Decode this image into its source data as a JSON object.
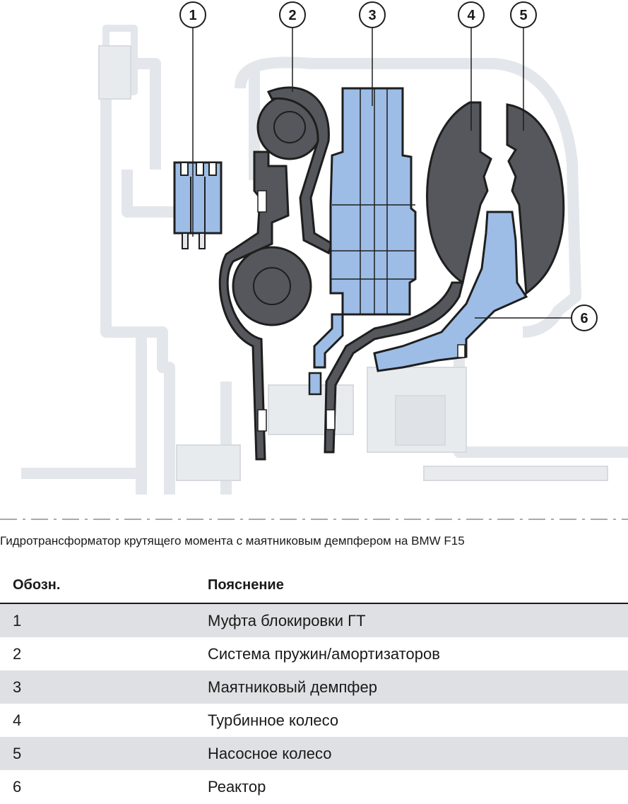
{
  "diagram": {
    "callouts": [
      "1",
      "2",
      "3",
      "4",
      "5",
      "6"
    ],
    "colors": {
      "housing": "#e3e6ea",
      "dark_part": "#55575c",
      "blue_part": "#9dbde6",
      "outline": "#1e1e1e"
    }
  },
  "caption": "Гидротрансформатор крутящего момента с маятниковым демпфером на BMW F15",
  "legend": {
    "headers": [
      "Обозн.",
      "Пояснение"
    ],
    "rows": [
      {
        "id": "1",
        "text": "Муфта блокировки ГТ"
      },
      {
        "id": "2",
        "text": "Система пружин/амортизаторов"
      },
      {
        "id": "3",
        "text": "Маятниковый демпфер"
      },
      {
        "id": "4",
        "text": "Турбинное колесо"
      },
      {
        "id": "5",
        "text": "Насосное колесо"
      },
      {
        "id": "6",
        "text": "Реактор"
      }
    ]
  }
}
